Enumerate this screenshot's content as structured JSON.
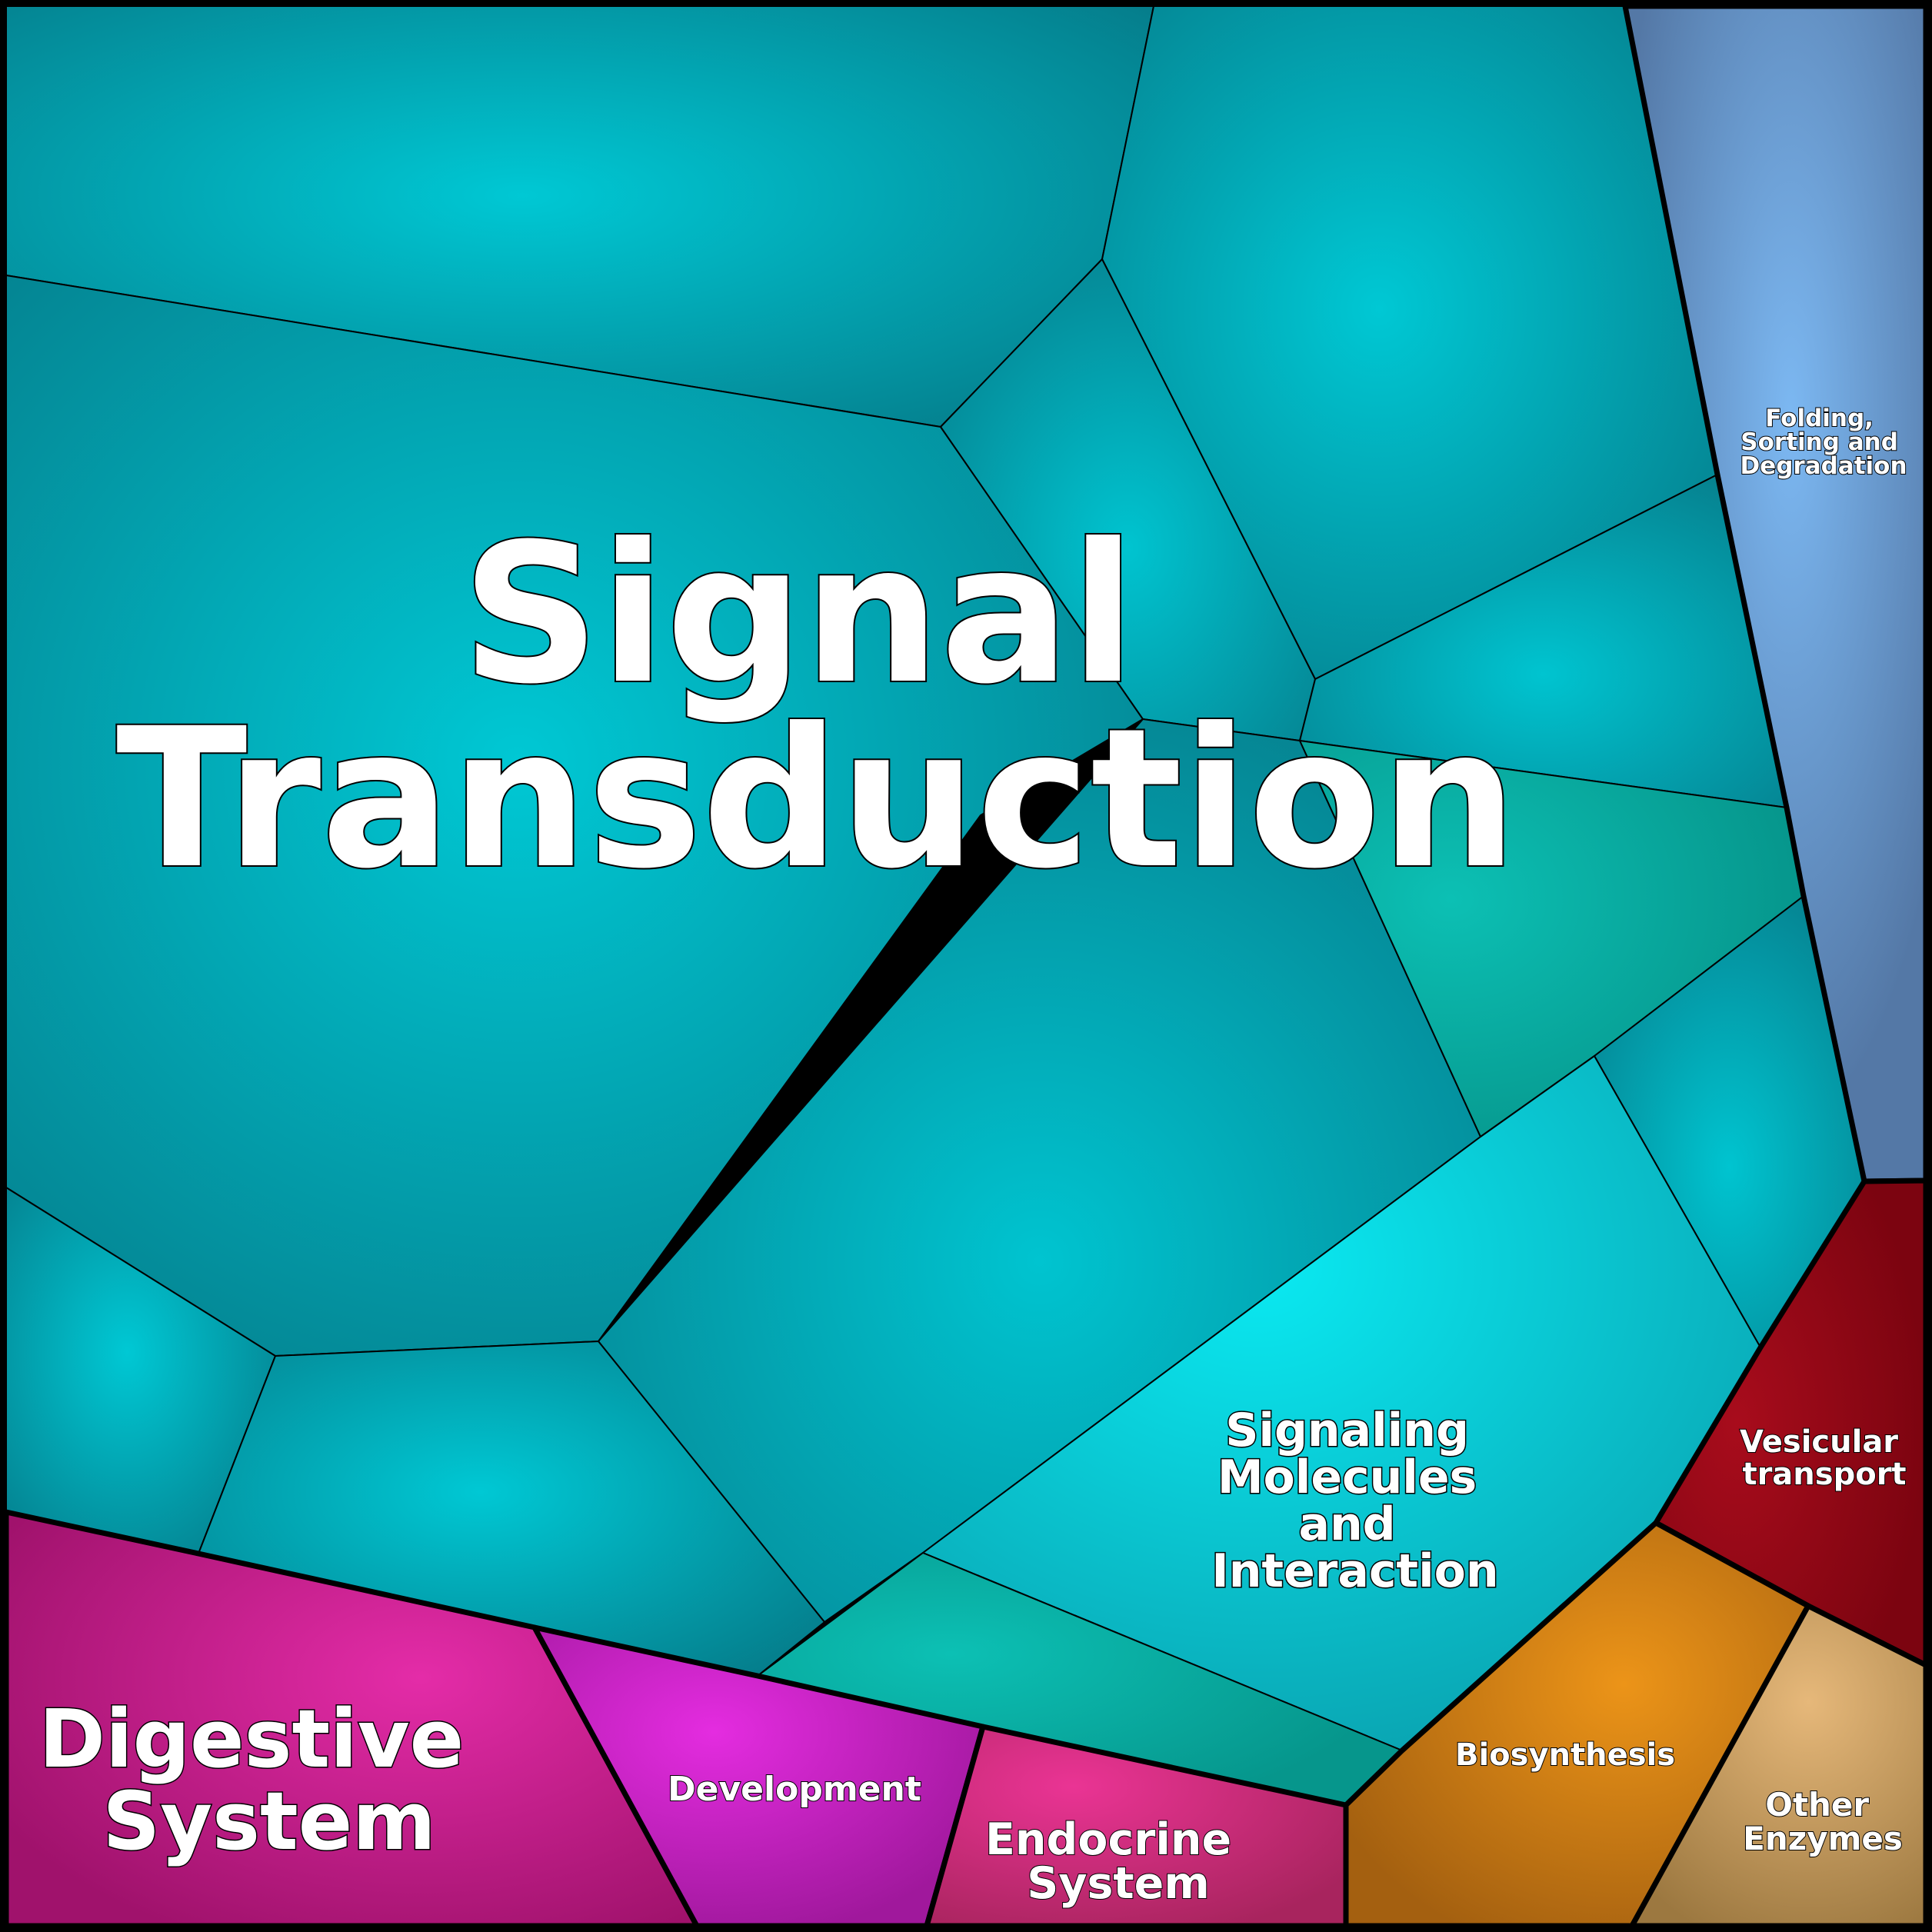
{
  "regions": [
    {
      "id": "signal-transduction",
      "label_lines": [
        "Signal",
        "Transduction"
      ],
      "color": "#00b8c8"
    },
    {
      "id": "folding-sorting-degradation",
      "label_lines": [
        "Folding,",
        "Sorting and",
        "Degradation"
      ],
      "color": "#6aa6e6"
    },
    {
      "id": "signaling-molecules",
      "label_lines": [
        "Signaling",
        "Molecules",
        "and",
        "Interaction"
      ],
      "color": "#08d4e0"
    },
    {
      "id": "vesicular-transport",
      "label_lines": [
        "Vesicular",
        "transport"
      ],
      "color": "#980818"
    },
    {
      "id": "biosynthesis",
      "label_lines": [
        "Biosynthesis"
      ],
      "color": "#d08010"
    },
    {
      "id": "other-enzymes",
      "label_lines": [
        "Other",
        "Enzymes"
      ],
      "color": "#d0a460"
    },
    {
      "id": "digestive-system",
      "label_lines": [
        "Digestive",
        "System"
      ],
      "color": "#c8208c"
    },
    {
      "id": "development",
      "label_lines": [
        "Development"
      ],
      "color": "#c828c8"
    },
    {
      "id": "endocrine-system",
      "label_lines": [
        "Endocrine",
        "System"
      ],
      "color": "#d03080"
    }
  ]
}
